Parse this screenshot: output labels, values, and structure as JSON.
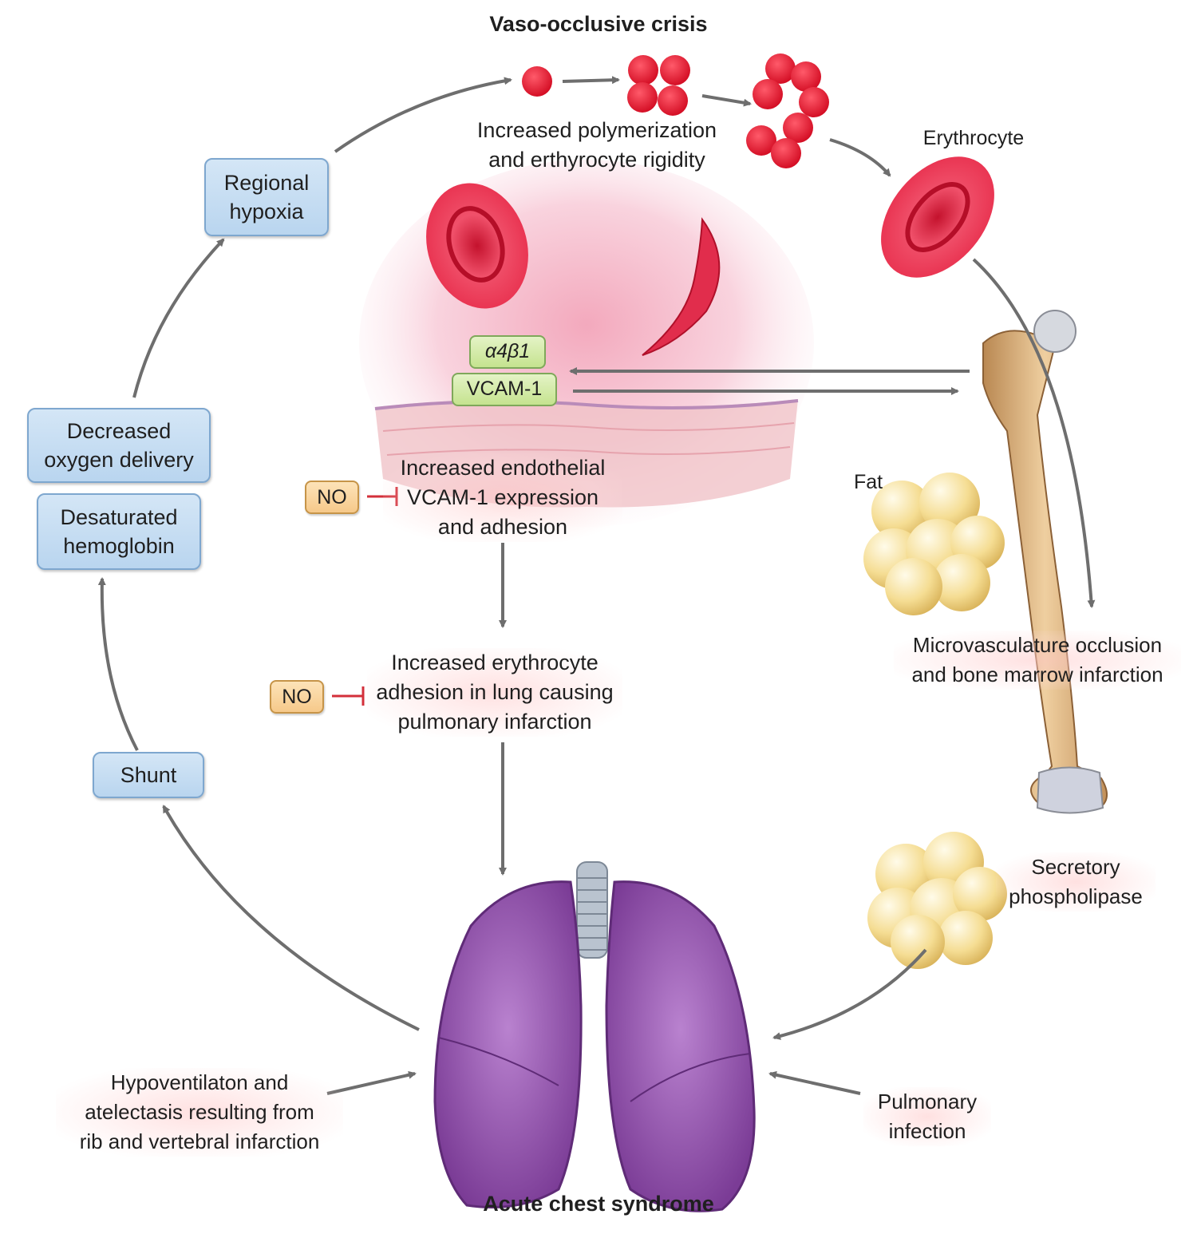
{
  "title": "Vaso-occlusive crisis",
  "footer_title": "Acute chest syndrome",
  "labels": {
    "polymerization": [
      "Increased polymerization",
      "and erthyrocyte rigidity"
    ],
    "erythrocyte": "Erythrocyte",
    "endothelial": [
      "Increased endothelial",
      "VCAM-1 expression",
      "and adhesion"
    ],
    "adhesion_lung": [
      "Increased erythrocyte",
      "adhesion in lung causing",
      "pulmonary infarction"
    ],
    "fat": "Fat",
    "microvasculature": [
      "Microvasculature occlusion",
      "and bone marrow infarction"
    ],
    "phospholipase": [
      "Secretory",
      "phospholipase"
    ],
    "hypoventilation": [
      "Hypoventilaton and",
      "atelectasis resulting from",
      "rib and vertebral infarction"
    ],
    "infection": [
      "Pulmonary",
      "infection"
    ]
  },
  "boxes": {
    "regional_hypoxia": [
      "Regional",
      "hypoxia"
    ],
    "decreased_oxygen": [
      "Decreased",
      "oxygen delivery"
    ],
    "desaturated_hemoglobin": [
      "Desaturated",
      "hemoglobin"
    ],
    "shunt": "Shunt"
  },
  "molecules": {
    "integrin": "α4β1",
    "vcam": "VCAM-1",
    "no_1": "NO",
    "no_2": "NO"
  },
  "colors": {
    "box_fill": "#c6ddf2",
    "arrow": "#6e6e6e",
    "rbc": "#e0102a",
    "lung": "#9b5cb3",
    "fat": "#f3d47c",
    "bone": "#d6a971",
    "inhibit": "#d32f3a"
  }
}
